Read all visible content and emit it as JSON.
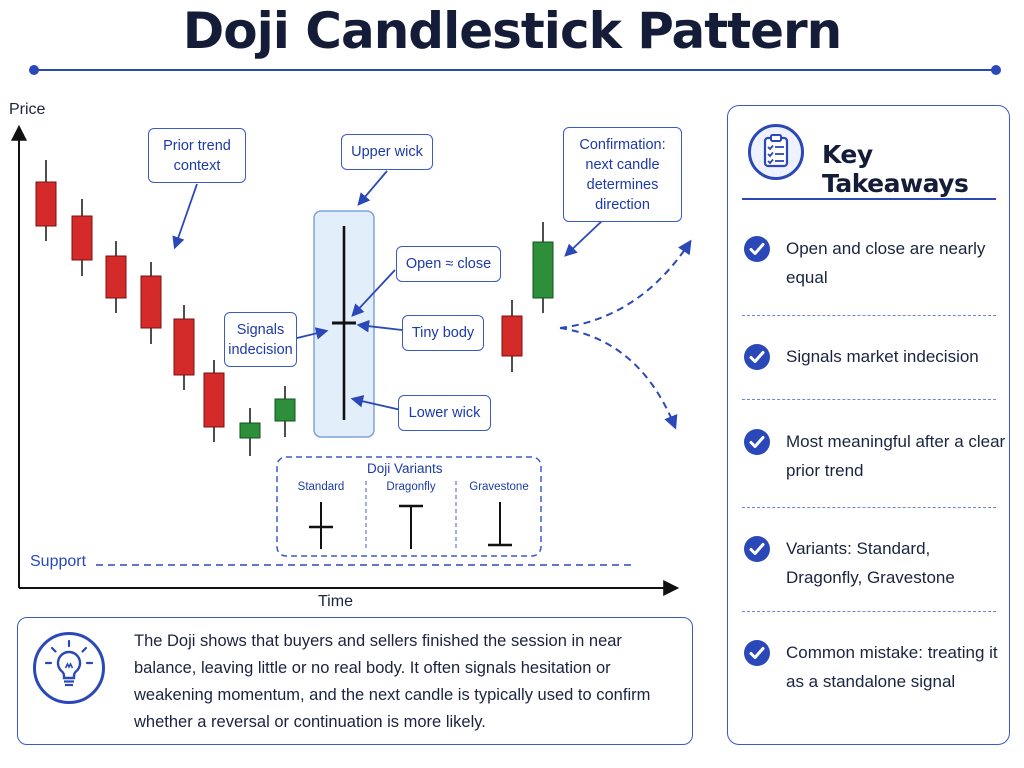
{
  "title": "Doji Candlestick Pattern",
  "axes": {
    "y_label": "Price",
    "x_label": "Time"
  },
  "support_label": "Support",
  "callouts": {
    "prior_trend": "Prior trend context",
    "upper_wick": "Upper wick",
    "open_close": "Open ≈ close",
    "tiny_body": "Tiny body",
    "lower_wick": "Lower wick",
    "signals": "Signals indecision",
    "confirmation": "Confirmation: next candle determines direction"
  },
  "variants": {
    "title": "Doji Variants",
    "items": [
      "Standard",
      "Dragonfly",
      "Gravestone"
    ]
  },
  "takeaways": {
    "title": "Key Takeaways",
    "items": [
      "Open and close are nearly equal",
      "Signals market indecision",
      "Most meaningful after a clear prior trend",
      "Variants: Standard, Dragonfly, Gravestone",
      "Common mistake: treating it as a standalone signal"
    ]
  },
  "summary": "The Doji shows that buyers and sellers finished the session in near balance, leaving little or no real body. It often signals hesitation or weakening momentum, and the next candle is typically used to confirm whether a reversal or continuation is more likely.",
  "colors": {
    "bear": "#d42a2a",
    "bull": "#2d8f3a",
    "accent": "#2a48b8",
    "highlight": "#e3eefb"
  }
}
